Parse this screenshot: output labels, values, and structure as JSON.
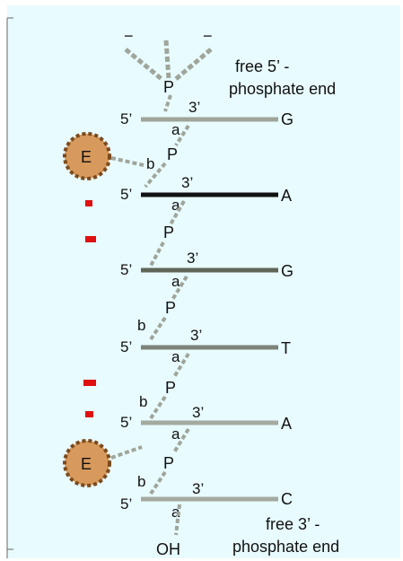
{
  "colors": {
    "background": "#e8fbff",
    "frame": "#666666",
    "strand_light": "#9fa59a",
    "strand_dark": "#111111",
    "enzyme_fill": "#d89a5c",
    "enzyme_dark": "#7a4a1e",
    "marker_red": "#e01010"
  },
  "top": {
    "minus_left": "−",
    "minus_right": "−",
    "p_label": "P",
    "note_line1": "free 5’ -",
    "note_line2": "phosphate end"
  },
  "rows": [
    {
      "five": "5’",
      "three": "3’",
      "base": "G",
      "a": "a",
      "b": "b",
      "p": "P"
    },
    {
      "five": "5’",
      "three": "3’",
      "base": "A",
      "a": "a",
      "p": "P"
    },
    {
      "five": "5’",
      "three": "3’",
      "base": "G",
      "a": "a",
      "b": "b",
      "p": "P"
    },
    {
      "five": "5’",
      "three": "3’",
      "base": "T",
      "a": "a",
      "b": "b",
      "p": "P"
    },
    {
      "five": "5’",
      "three": "3’",
      "base": "A",
      "a": "a",
      "b": "b",
      "p": "P"
    },
    {
      "five": "5’",
      "three": "3’",
      "base": "C",
      "a": "a"
    }
  ],
  "enzymes": [
    {
      "label": "E"
    },
    {
      "label": "E"
    }
  ],
  "bottom": {
    "oh_label": "OH",
    "note_line1": "free 3’ -",
    "note_line2": "phosphate end"
  }
}
